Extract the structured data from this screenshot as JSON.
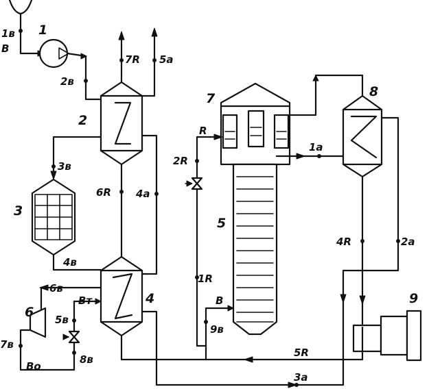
{
  "equipment": {
    "e1": "1",
    "e2": "2",
    "e3": "3",
    "e4": "4",
    "e5": "5",
    "e6": "6",
    "e7": "7",
    "e8": "8",
    "e9": "9"
  },
  "streams": {
    "s1v": "1в",
    "s2v": "2в",
    "s3v": "3в",
    "s4v": "4в",
    "s5v": "5в",
    "s6v": "6в",
    "s7v": "7в",
    "s8v": "8в",
    "s9v": "9в",
    "v_in": "В",
    "v_t": "Вт",
    "v_o": "Во",
    "v_col": "В",
    "s1r": "1R",
    "s2r": "2R",
    "s4r": "4R",
    "s5r": "5R",
    "s6r": "6R",
    "s7r": "7R",
    "r_in": "R",
    "s1a": "1a",
    "s2a": "2a",
    "s3a": "3a",
    "s4a": "4a",
    "s5a": "5a"
  }
}
